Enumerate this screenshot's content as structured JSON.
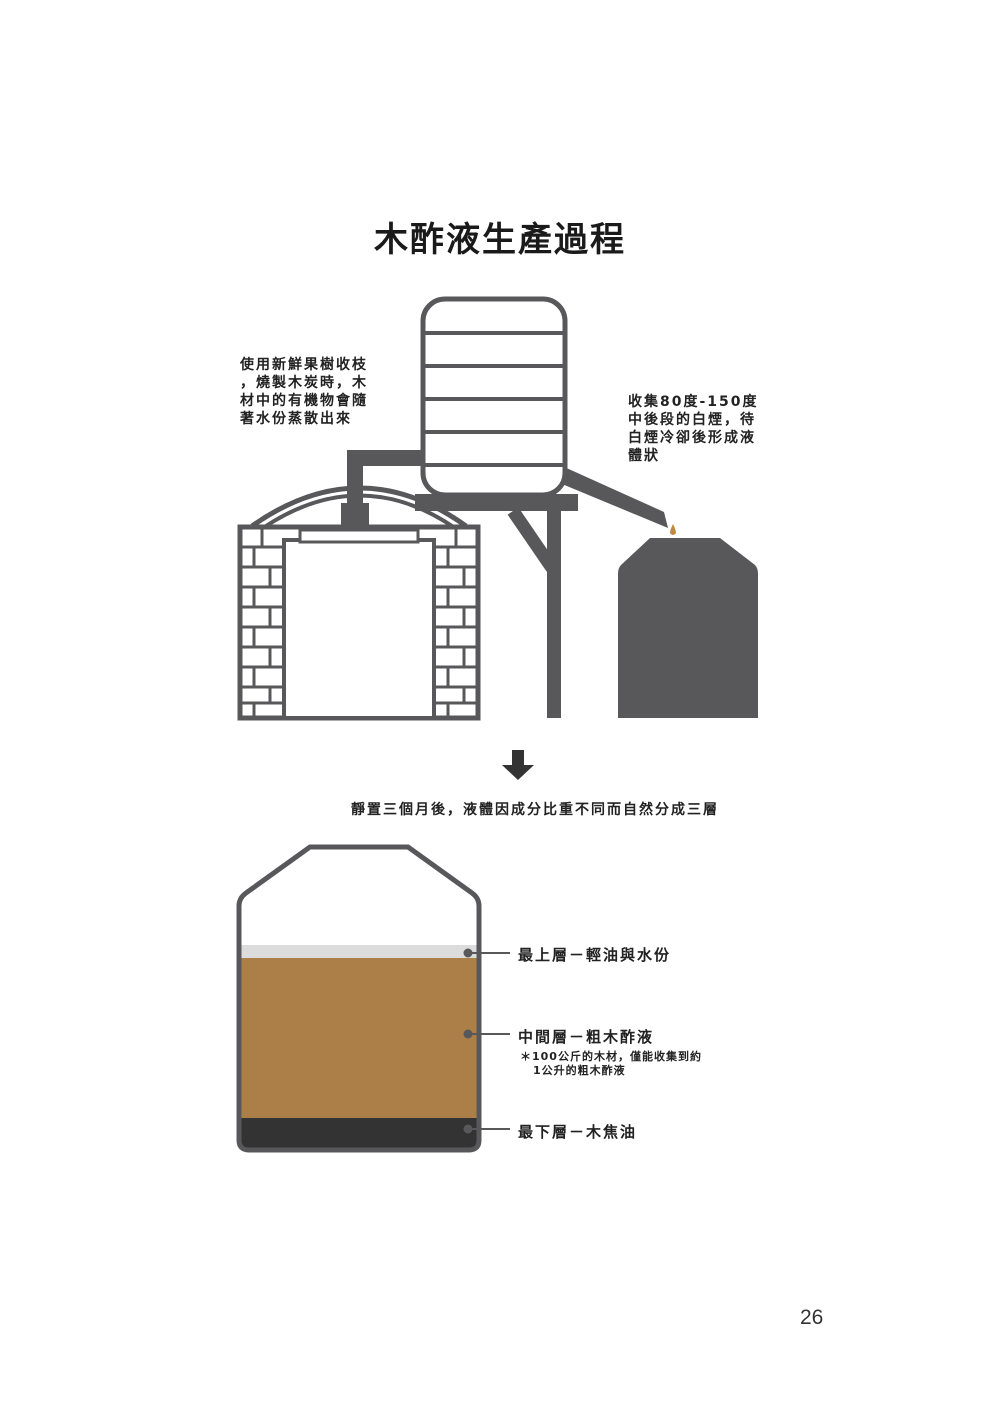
{
  "title": "木酢液生產過程",
  "note_left": [
    "使用新鮮果樹收枝",
    "，燒製木炭時，木",
    "材中的有機物會隨",
    "著水份蒸散出來"
  ],
  "note_right": [
    "收集80度-150度",
    "中後段的白煙，待",
    "白煙冷卻後形成液",
    "體狀"
  ],
  "caption": "靜置三個月後，液體因成分比重不同而自然分成三層",
  "layers": {
    "top": "最上層－輕油與水份",
    "middle": "中間層－粗木酢液",
    "middle_note": [
      "＊100公斤的木材，僅能收集到約",
      "1公升的粗木酢液"
    ],
    "bottom": "最下層－木焦油"
  },
  "colors": {
    "outline": "#58585a",
    "brown": "#ac7f49",
    "tar": "#333333",
    "light_oil": "#dcdcdc",
    "drip": "#c08a3e"
  },
  "page_number": "26"
}
